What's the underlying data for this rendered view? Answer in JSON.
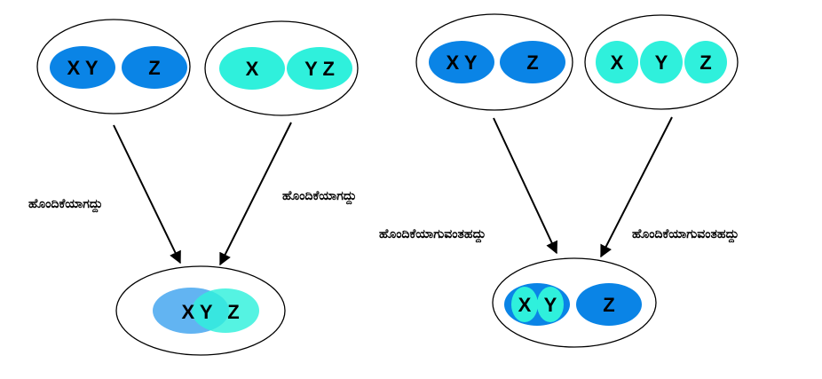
{
  "colors": {
    "blue": "#0a84e6",
    "cyan": "#2ff0dc",
    "light_blue": "#62b4f2",
    "outline": "#000000"
  },
  "left": {
    "top_left_set": [
      "X Y",
      "Z"
    ],
    "top_right_set": [
      "X",
      "Y Z"
    ],
    "arrow_label_left": "ಹೊಂದಿಕೆಯಾಗದ್ದು",
    "arrow_label_right": "ಹೊಂದಿಕೆಯಾಗದ್ದು",
    "result": {
      "overlap_label": "X Y",
      "right_label": "Z"
    }
  },
  "right": {
    "top_left_set": [
      "X Y",
      "Z"
    ],
    "top_right_set": [
      "X",
      "Y",
      "Z"
    ],
    "arrow_label_left": "ಹೊಂದಿಕೆಯಾಗುವಂತಹದ್ದು",
    "arrow_label_right": "ಹೊಂದಿಕೆಯಾಗುವಂತಹದ್ದು",
    "result": {
      "inner_x": "X",
      "inner_y": "Y",
      "z": "Z"
    }
  }
}
